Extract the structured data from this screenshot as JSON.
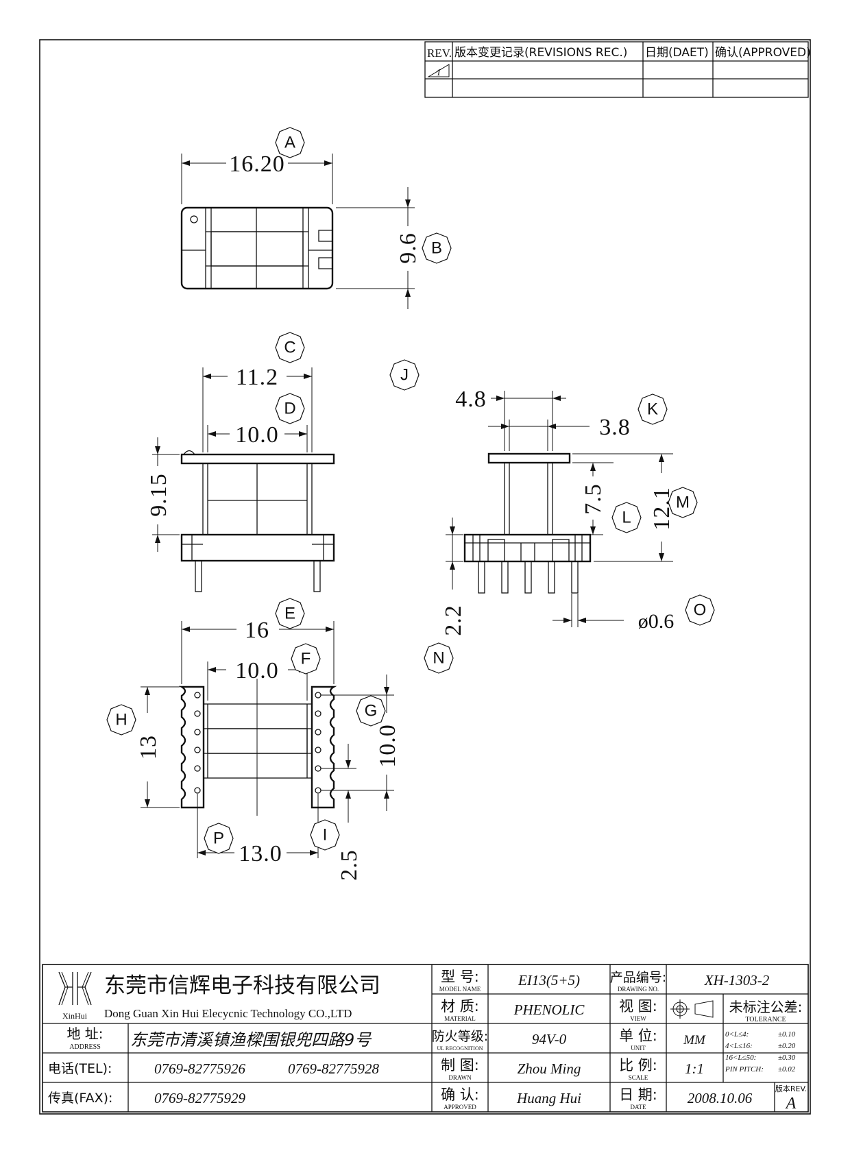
{
  "revision_table": {
    "rev_label": "REV.",
    "records_label": "版本变更记录(REVISIONS REC.)",
    "date_label": "日期(DAET)",
    "approved_label": "确认(APPROVED)",
    "rev_mark": "1"
  },
  "dimensions": {
    "a": "16.20",
    "b": "9.6",
    "c": "11.2",
    "d": "10.0",
    "side_height": "9.15",
    "j_top": "4.8",
    "k": "3.8",
    "l": "7.5",
    "m": "12.1",
    "n": "2.2",
    "o": "ø0.6",
    "e": "16",
    "f": "10.0",
    "h": "13",
    "g": "10.0",
    "p": "13.0",
    "i": "2.5"
  },
  "bubbles": {
    "a": "A",
    "b": "B",
    "c": "C",
    "d": "D",
    "j": "J",
    "k": "K",
    "l": "L",
    "m": "M",
    "n": "N",
    "o": "O",
    "e": "E",
    "f": "F",
    "g": "G",
    "h": "H",
    "i": "I",
    "p": "P"
  },
  "title_block": {
    "logo_text": "XinHui",
    "company_cn": "东莞市信辉电子科技有限公司",
    "company_en": "Dong Guan Xin Hui Elecycnic Technology CO.,LTD",
    "address_label_cn": "地 址:",
    "address_label_en": "ADDRESS",
    "address_value": "东莞市清溪镇渔樑围银兜四路9号",
    "tel_label": "电话(TEL):",
    "tel_1": "0769-82775926",
    "tel_2": "0769-82775928",
    "fax_label": "传真(FAX):",
    "fax_value": "0769-82775929",
    "model_label_cn": "型 号:",
    "model_label_en": "MODEL NAME",
    "model_value": "EI13(5+5)",
    "material_label_cn": "材 质:",
    "material_label_en": "MATERIAL",
    "material_value": "PHENOLIC",
    "ul_label_cn": "防火等级:",
    "ul_label_en": "UL RECOGNITION",
    "ul_value": "94V-0",
    "drawn_label_cn": "制 图:",
    "drawn_label_en": "DRAWN",
    "drawn_value": "Zhou Ming",
    "approved_label_cn": "确 认:",
    "approved_label_en": "APPROVED",
    "approved_value": "Huang Hui",
    "drawing_no_label_cn": "产品编号:",
    "drawing_no_label_en": "DRAWING NO.",
    "drawing_no_value": "XH-1303-2",
    "view_label_cn": "视 图:",
    "view_label_en": "VIEW",
    "unit_label_cn": "单 位:",
    "unit_label_en": "UNIT",
    "unit_value": "MM",
    "scale_label_cn": "比 例:",
    "scale_label_en": "SCALE",
    "scale_value": "1:1",
    "date_label_cn": "日 期:",
    "date_label_en": "DATE",
    "date_value": "2008.10.06",
    "tolerance_label_cn": "未标注公差:",
    "tolerance_label_en": "TOLERANCE",
    "tolerance_rows": [
      {
        "range": "0<L≤4:",
        "value": "±0.10"
      },
      {
        "range": "4<L≤16:",
        "value": "±0.20"
      },
      {
        "range": "16<L≤50:",
        "value": "±0.30"
      },
      {
        "range": "PIN PITCH:",
        "value": "±0.02"
      }
    ],
    "rev_label": "版本REV.",
    "rev_value": "A"
  }
}
